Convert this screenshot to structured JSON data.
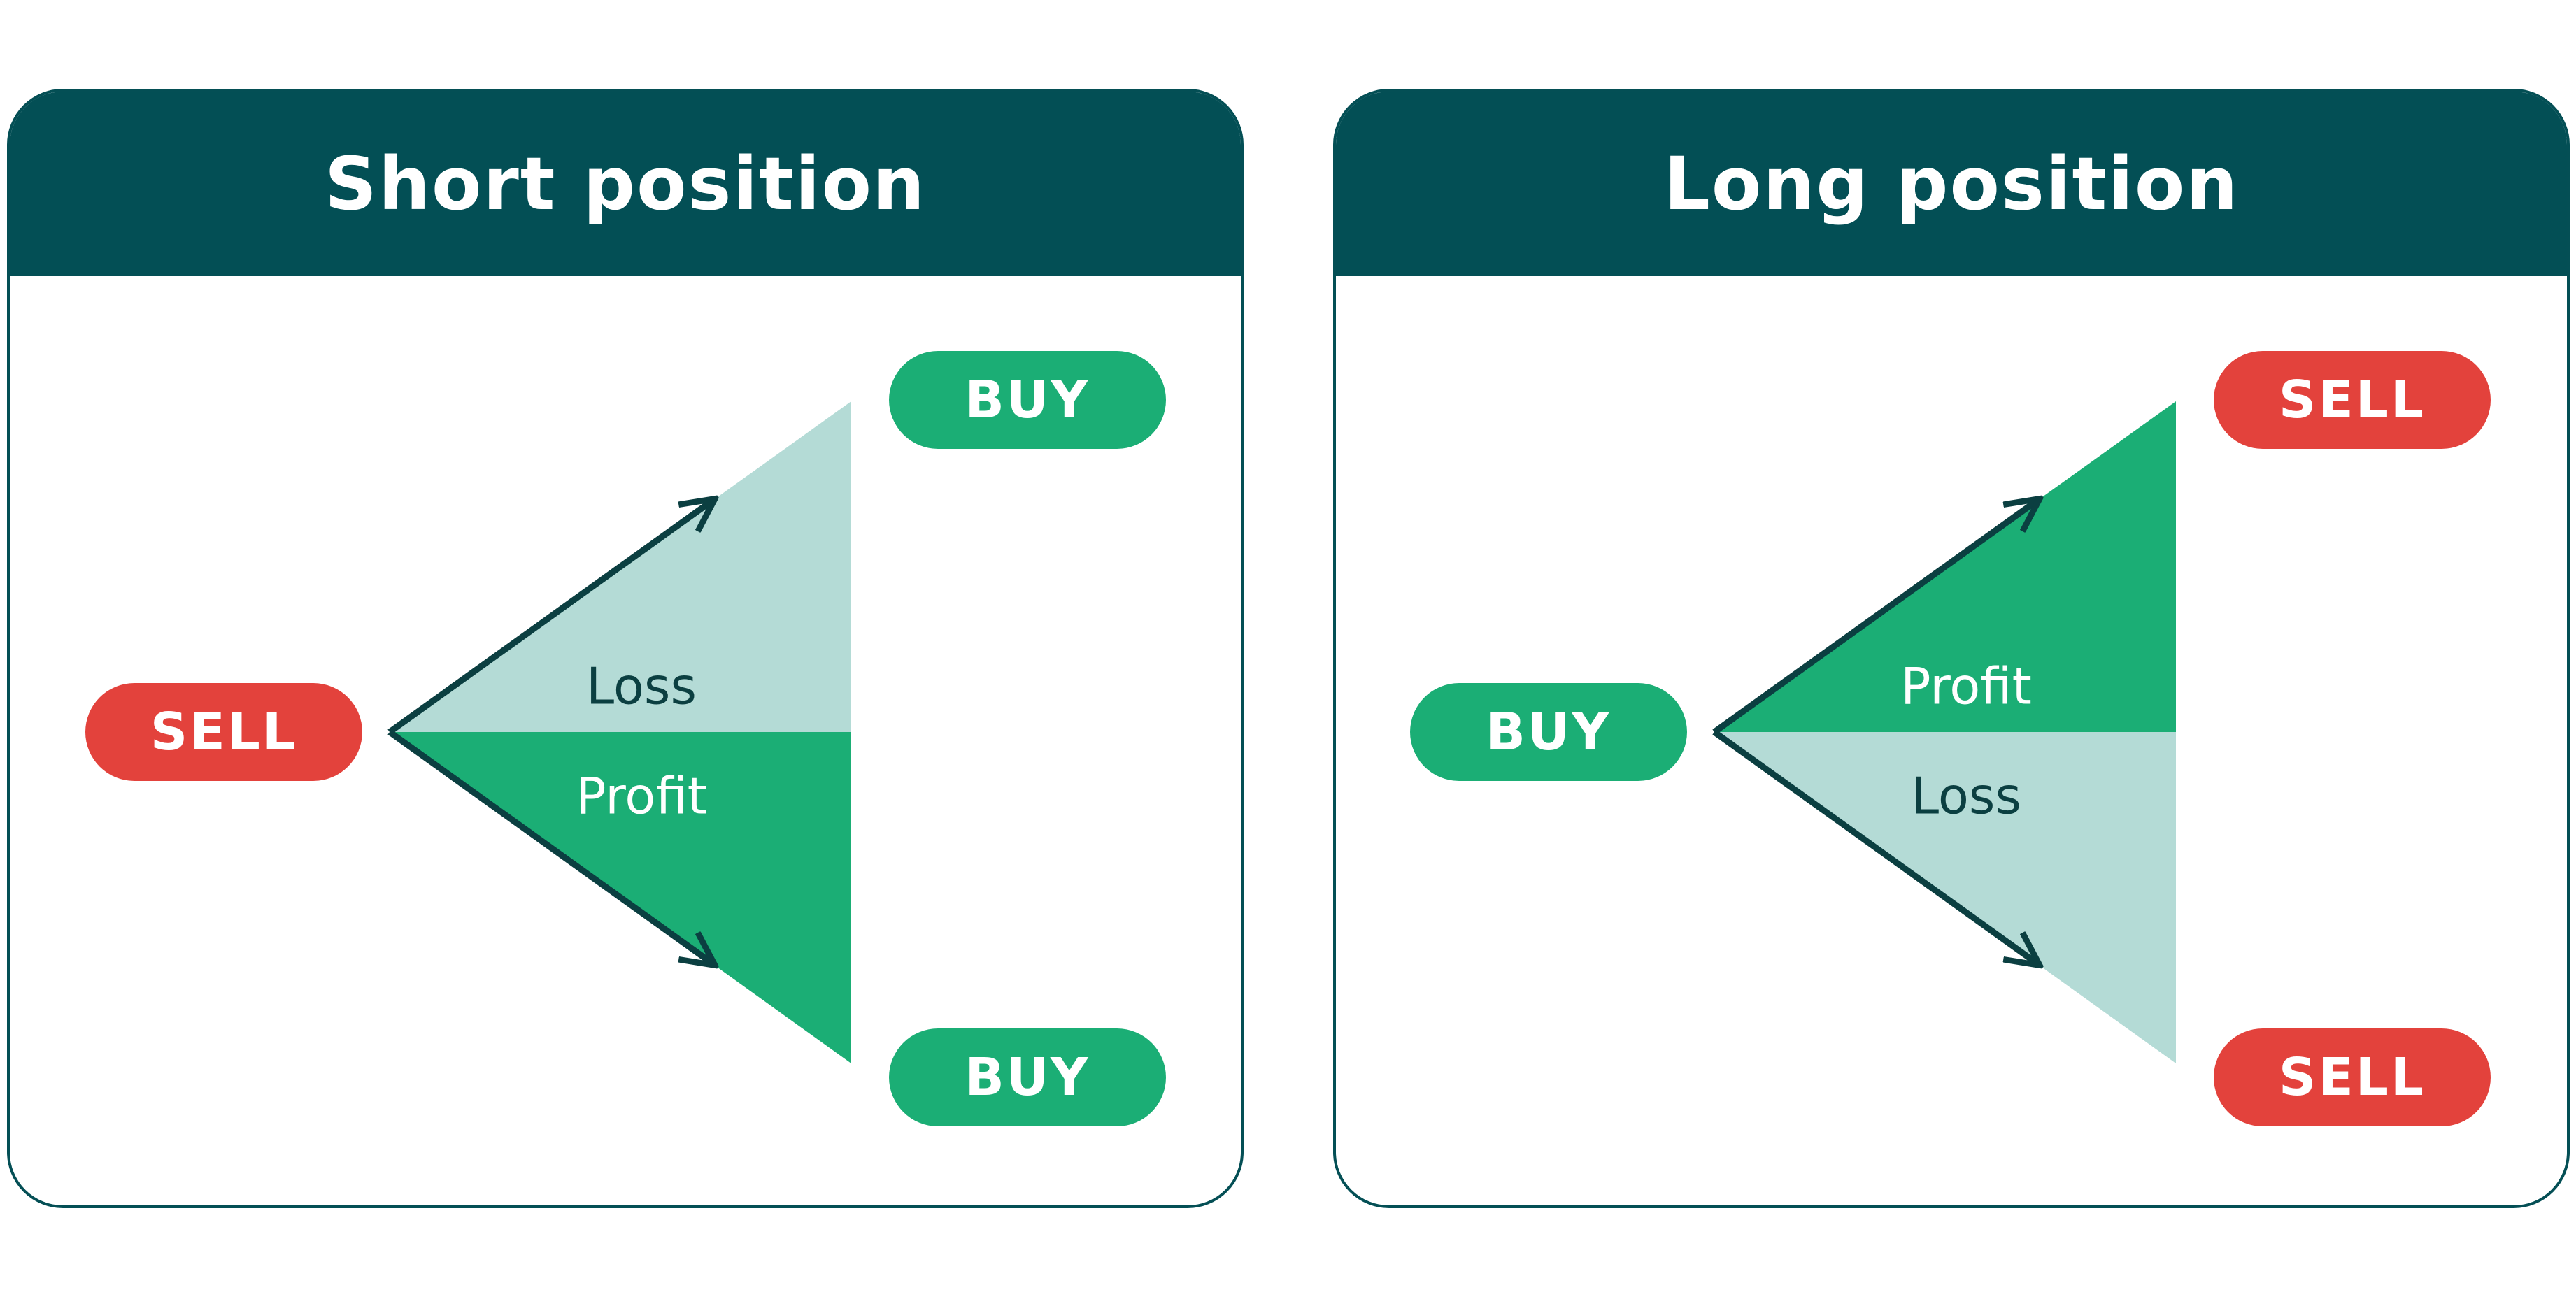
{
  "colors": {
    "header_bg": "#034f55",
    "border": "#044f55",
    "profit_fill": "#1bae75",
    "loss_fill": "#b4dbd6",
    "sell_red": "#e3423c",
    "buy_green": "#1bae75",
    "arrow": "#0b3f41",
    "loss_text": "#0b3f41",
    "profit_text": "#ffffff"
  },
  "short_position": {
    "title": "Short position",
    "entry_label": "SELL",
    "exit_top_label": "BUY",
    "exit_bottom_label": "BUY",
    "upper_region_label": "Loss",
    "lower_region_label": "Profit"
  },
  "long_position": {
    "title": "Long position",
    "entry_label": "BUY",
    "exit_top_label": "SELL",
    "exit_bottom_label": "SELL",
    "upper_region_label": "Profit",
    "lower_region_label": "Loss"
  }
}
